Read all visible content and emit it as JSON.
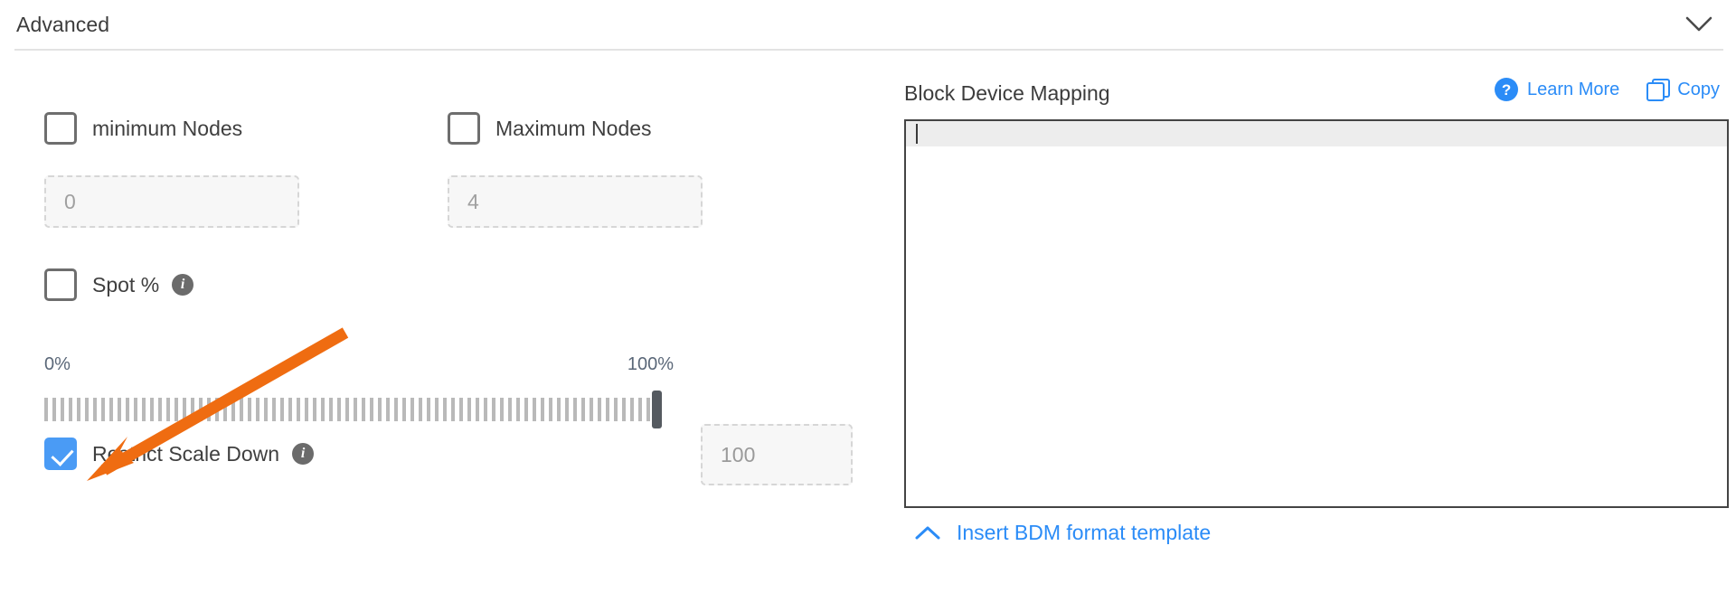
{
  "header": {
    "title": "Advanced",
    "collapse_icon": "chevron-down-icon"
  },
  "left": {
    "min_nodes": {
      "label": "minimum Nodes",
      "checked": false,
      "field_value": "0"
    },
    "max_nodes": {
      "label": "Maximum Nodes",
      "checked": false,
      "field_value": "4"
    },
    "spot": {
      "label": "Spot %",
      "checked": false,
      "info_icon": "info-icon",
      "slider": {
        "min_label": "0%",
        "max_label": "100%",
        "value": "100",
        "handle_position_pct": 100
      }
    },
    "restrict_scale_down": {
      "label": "Restrict Scale Down",
      "checked": true,
      "info_icon": "info-icon"
    }
  },
  "right": {
    "title": "Block Device Mapping",
    "learn_more": {
      "label": "Learn More",
      "icon": "question-mark-circle-icon"
    },
    "copy": {
      "label": "Copy",
      "icon": "copy-icon"
    },
    "editor_value": "",
    "insert_template": {
      "label": "Insert BDM format template",
      "icon": "chevron-up-icon"
    }
  },
  "colors": {
    "accent_blue": "#2b8cf7",
    "checkbox_checked": "#4a9bf5",
    "annotation_orange": "#ef6c11",
    "text_primary": "#3c3c3c",
    "slider_label": "#5a6778"
  }
}
